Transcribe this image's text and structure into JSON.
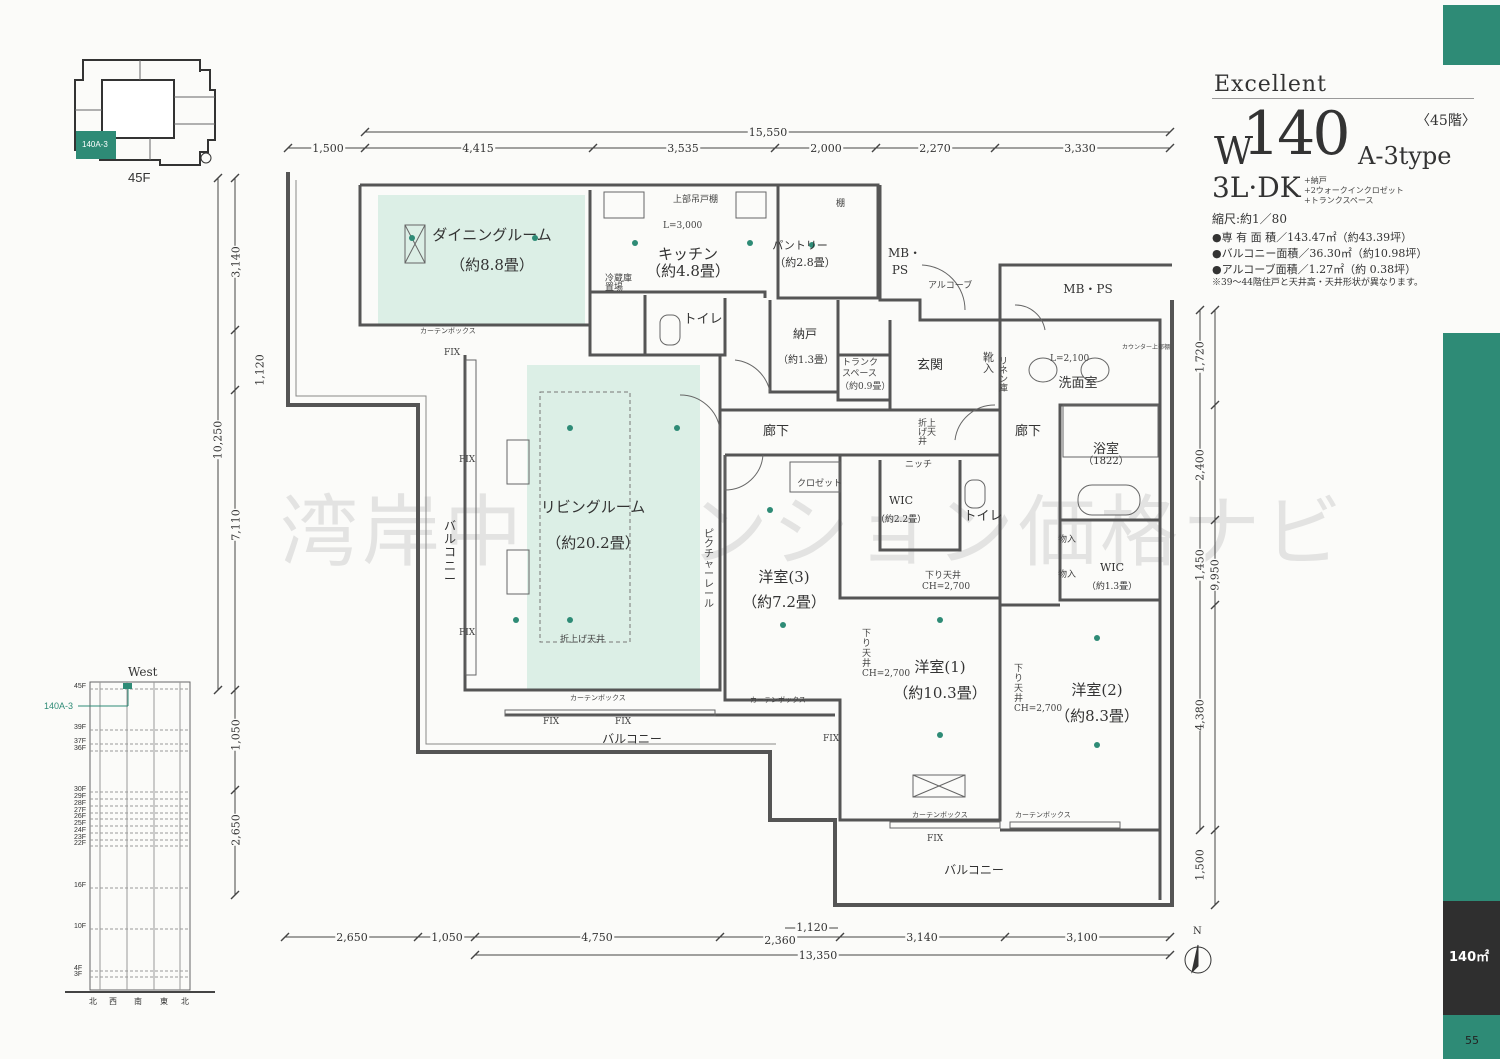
{
  "header": {
    "series": "Excellent",
    "type_prefix": "W",
    "type_number": "140",
    "type_suffix": "A-3type",
    "floor": "〈45階〉",
    "layout": "3L·DK",
    "layout_extras": [
      "+納戸",
      "+2ウォークインクロゼット",
      "+トランクスペース"
    ],
    "scale": "縮尺:約1／80",
    "areas": [
      {
        "label": "専 有 面 積／",
        "value": "143.47㎡（約43.39坪）"
      },
      {
        "label": "バルコニー面積／",
        "value": "36.30㎡（約10.98坪）"
      },
      {
        "label": "アルコーブ面積／",
        "value": "1.27㎡（約 0.38坪）"
      }
    ],
    "note": "※39～44階住戸と天井高・天井形状が異なります。"
  },
  "keyplan": {
    "unit": "140A-3",
    "floor": "45F"
  },
  "elevation": {
    "title": "West",
    "unit": "140A-3",
    "floors": [
      "45F",
      "39F",
      "37F",
      "36F",
      "30F",
      "29F",
      "28F",
      "27F",
      "26F",
      "25F",
      "24F",
      "23F",
      "22F",
      "16F",
      "10F",
      "4F",
      "3F"
    ],
    "directions": [
      "北",
      "西",
      "南",
      "東",
      "北"
    ]
  },
  "rooms": {
    "dining": "ダイニングルーム",
    "dining_size": "（約8.8畳）",
    "kitchen": "キッチン",
    "kitchen_size": "（約4.8畳）",
    "kitchen_len": "L=3,000",
    "upper_cabinet": "上部吊戸棚",
    "fridge": "冷蔵庫置場",
    "pantry": "パントリー",
    "pantry_size": "（約2.8畳）",
    "shelf": "棚",
    "mbps1": "MB・PS",
    "mbps2": "MB・PS",
    "alcove": "アルコーブ",
    "toilet1": "トイレ",
    "nando": "納戸",
    "nando_size": "（約1.3畳）",
    "trunk": "トランクスペース",
    "trunk_size": "（約0.9畳）",
    "entrance": "玄関",
    "shoes": "靴入",
    "linen": "リネン庫",
    "washroom": "洗面室",
    "wash_len": "L=2,100",
    "counter": "カウンター上部棚",
    "hall1": "廊下",
    "hall2": "廊下",
    "raised_ceiling": "折上げ天井",
    "bath": "浴室",
    "bath_size": "（1822）",
    "living": "リビングルーム",
    "living_size": "（約20.2畳）",
    "living_ceiling": "折上げ天井",
    "picture_rail": "ピクチャーレール",
    "closet": "クロゼット",
    "niche": "ニッチ",
    "wic1": "WIC",
    "wic1_size": "（約2.2畳）",
    "toilet2": "トイレ",
    "storage1": "物入",
    "storage2": "物入",
    "wic2": "WIC",
    "wic2_size": "（約1.3畳）",
    "lowered_ceiling": "下り天井",
    "ch": "CH=2,700",
    "western3": "洋室(3)",
    "western3_size": "（約7.2畳）",
    "western1": "洋室(1)",
    "western1_size": "（約10.3畳）",
    "western2": "洋室(2)",
    "western2_size": "（約8.3畳）",
    "lowered_v1": "下り天井 CH=2,700",
    "lowered_v2": "下り天井 CH=2,700",
    "balcony_left": "バルコニー",
    "balcony_bottom": "バルコニー",
    "balcony_right": "バルコニー",
    "curtain_box": "カーテンボックス",
    "fix": "FIX"
  },
  "dimensions": {
    "top_total": "15,550",
    "top": [
      "1,500",
      "4,415",
      "3,535",
      "2,000",
      "2,270",
      "3,330"
    ],
    "left_total": "10,250",
    "left": [
      "3,140",
      "1,120",
      "7,110",
      "1,050",
      "2,650"
    ],
    "right_total": "9,950",
    "right": [
      "1,720",
      "2,400",
      "1,450",
      "4,380",
      "1,500"
    ],
    "bottom": [
      "2,650",
      "1,050",
      "4,750",
      "2,360",
      "3,140",
      "3,100"
    ],
    "bottom_mid": "1,120",
    "bottom_total": "13,350"
  },
  "compass": "N",
  "sidebar": {
    "area_badge": "140㎡",
    "page": "55"
  },
  "watermark": "湾岸中古マンション価格ナビ",
  "colors": {
    "teal": "#2e8b76",
    "room_fill": "#dcefe6",
    "dark": "#2f2f2f"
  }
}
